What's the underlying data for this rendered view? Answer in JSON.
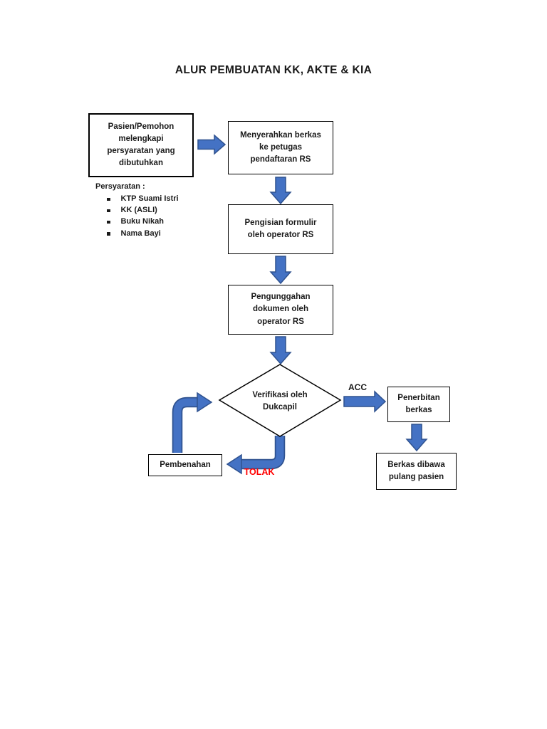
{
  "title": "ALUR PEMBUATAN KK, AKTE & KIA",
  "colors": {
    "arrow_fill": "#4472C4",
    "arrow_border": "#2F528F",
    "box_border": "#000000",
    "reject_text": "#FF0000"
  },
  "requirements": {
    "heading": "Persyaratan :",
    "items": [
      "KTP Suami Istri",
      "KK (ASLI)",
      "Buku Nikah",
      "Nama Bayi"
    ]
  },
  "nodes": {
    "start": [
      "Pasien/Pemohon",
      "melengkapi",
      "persyaratan yang",
      "dibutuhkan"
    ],
    "submit": [
      "Menyerahkan berkas",
      "ke petugas",
      "pendaftaran RS"
    ],
    "fill_form": [
      "Pengisian formulir",
      "oleh operator RS"
    ],
    "upload": [
      "Pengunggahan",
      "dokumen oleh",
      "operator RS"
    ],
    "verify": [
      "Verifikasi oleh",
      "Dukcapil"
    ],
    "publish": [
      "Penerbitan",
      "berkas"
    ],
    "take_home": [
      "Berkas dibawa",
      "pulang pasien"
    ],
    "fix": "Pembenahan"
  },
  "edge_labels": {
    "accept": "ACC",
    "reject": "TOLAK"
  }
}
